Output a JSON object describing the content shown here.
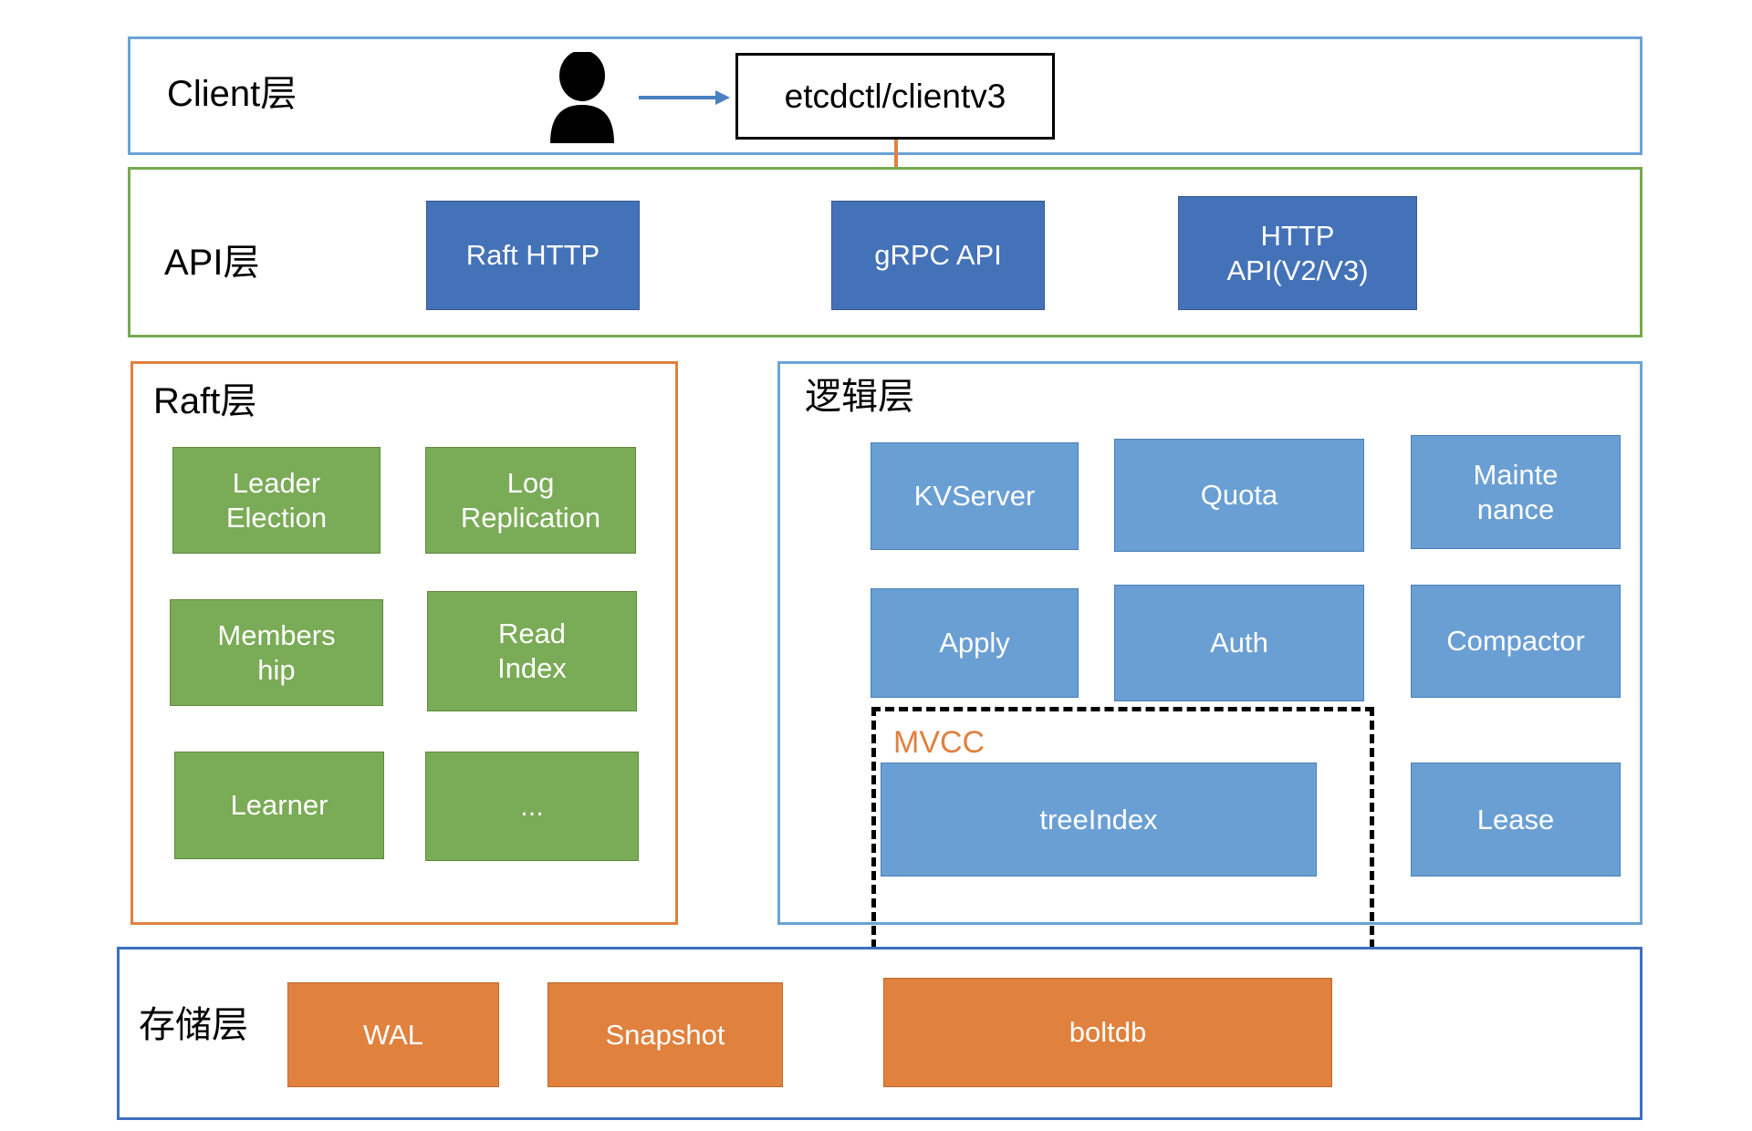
{
  "diagram": {
    "title": "etcd architecture layers",
    "colors": {
      "client_border": "#6ba3d6",
      "api_border": "#76a94e",
      "raft_border": "#e0813e",
      "logic_border": "#6ba3d6",
      "storage_border": "#3d6fbd",
      "api_box": "#4472b8",
      "logic_box": "#6a9fd4",
      "raft_box": "#7aab56",
      "storage_box": "#e0813e",
      "mvcc_label": "#e0813e",
      "client_arrow": "#4a7fc1",
      "grpc_arrow": "#e0813e"
    }
  },
  "client_layer": {
    "label": "Client层",
    "person_icon": "user-icon",
    "arrow_icon": "arrow-right-icon",
    "client_box": "etcdctl/clientv3"
  },
  "api_layer": {
    "label": "API层",
    "boxes": [
      {
        "label": "Raft HTTP"
      },
      {
        "label": "gRPC API"
      },
      {
        "label": "HTTP\nAPI(V2/V3)"
      }
    ],
    "down_arrow_icon": "arrow-down-icon"
  },
  "raft_layer": {
    "label": "Raft层",
    "boxes": [
      {
        "label": "Leader\nElection"
      },
      {
        "label": "Log\nReplication"
      },
      {
        "label": "Members\nhip"
      },
      {
        "label": "Read\nIndex"
      },
      {
        "label": "Learner"
      },
      {
        "label": "..."
      }
    ]
  },
  "logic_layer": {
    "label": "逻辑层",
    "boxes": [
      {
        "label": "KVServer"
      },
      {
        "label": "Quota"
      },
      {
        "label": "Mainte\nnance"
      },
      {
        "label": "Apply"
      },
      {
        "label": "Auth"
      },
      {
        "label": "Compactor"
      },
      {
        "label": "treeIndex"
      },
      {
        "label": "Lease"
      }
    ],
    "mvcc_group_label": "MVCC"
  },
  "storage_layer": {
    "label": "存储层",
    "boxes": [
      {
        "label": "WAL"
      },
      {
        "label": "Snapshot"
      },
      {
        "label": "boltdb"
      }
    ]
  }
}
